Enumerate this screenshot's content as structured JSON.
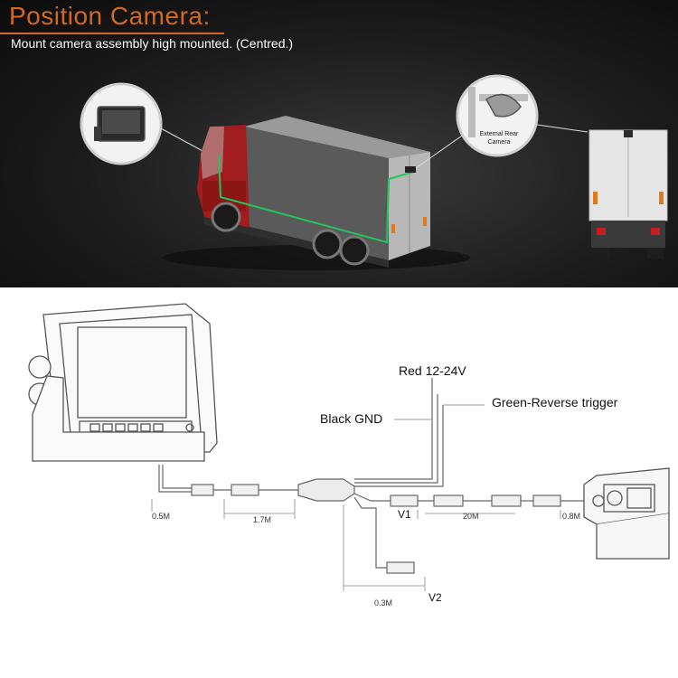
{
  "header": {
    "title": "Position Camera:",
    "subtitle": "Mount camera assembly high mounted. (Centred.)"
  },
  "callouts": {
    "camera_label_line1": "External Rear",
    "camera_label_line2": "Camera"
  },
  "wiring": {
    "red_label": "Red 12-24V",
    "green_label": "Green-Reverse trigger",
    "black_label": "Black GND",
    "v1_label": "V1",
    "v2_label": "V2"
  },
  "dimensions": {
    "d1": "0.5M",
    "d2": "1.7M",
    "d3": "20M",
    "d4": "0.8M",
    "d5": "0.3M"
  },
  "colors": {
    "title_accent": "#d2691e",
    "cab_red": "#b22222",
    "wire_highlight": "#22c55e"
  }
}
